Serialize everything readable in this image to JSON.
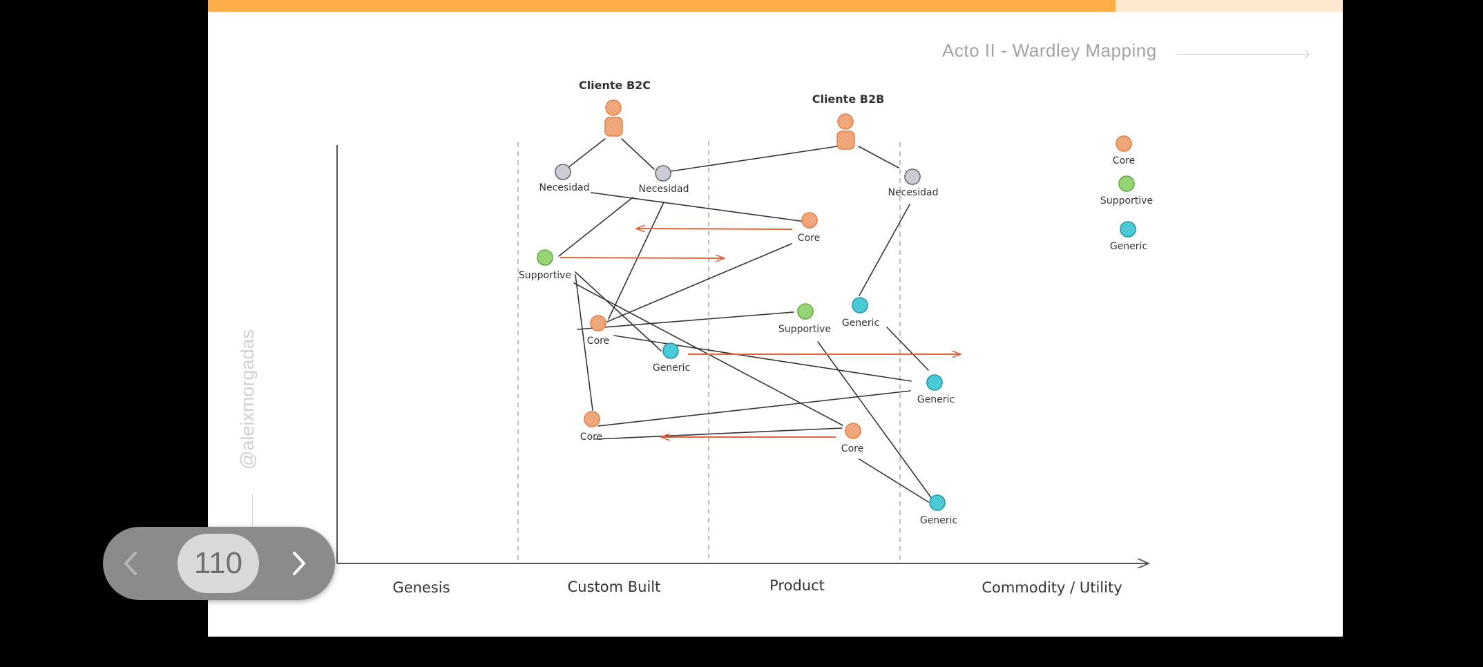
{
  "presentation": {
    "title": "Acto II - Wardley Mapping",
    "watermark": "@aleixmorgadas",
    "progress_fraction": 0.8,
    "page_number": "110"
  },
  "navigation": {
    "prev_icon": "chevron-left-icon",
    "next_icon": "chevron-right-icon"
  },
  "colors": {
    "core": "#f0a070",
    "core_stroke": "#e07a40",
    "supportive": "#8fd16a",
    "supportive_stroke": "#5da83a",
    "generic": "#3ec6d4",
    "generic_stroke": "#1a93a3",
    "need": "#c6c9cf",
    "need_stroke": "#5b6470",
    "arrow": "#e0643a",
    "progress": "#fdae4b"
  },
  "diagram": {
    "stages": [
      {
        "id": "genesis",
        "label": "Genesis"
      },
      {
        "id": "custom",
        "label": "Custom Built"
      },
      {
        "id": "product",
        "label": "Product"
      },
      {
        "id": "commodity",
        "label": "Commodity / Utility"
      }
    ],
    "users": [
      {
        "id": "b2c",
        "label": "Cliente B2C"
      },
      {
        "id": "b2b",
        "label": "Cliente B2B"
      }
    ],
    "nodes": [
      {
        "id": "n1",
        "type": "need",
        "label": "Necesidad"
      },
      {
        "id": "n2",
        "type": "need",
        "label": "Necesidad"
      },
      {
        "id": "n3",
        "type": "need",
        "label": "Necesidad"
      },
      {
        "id": "c1",
        "type": "core",
        "label": "Core"
      },
      {
        "id": "s1",
        "type": "supportive",
        "label": "Supportive"
      },
      {
        "id": "c2",
        "type": "core",
        "label": "Core"
      },
      {
        "id": "s2",
        "type": "supportive",
        "label": "Supportive"
      },
      {
        "id": "g1",
        "type": "generic",
        "label": "Generic"
      },
      {
        "id": "g2",
        "type": "generic",
        "label": "Generic"
      },
      {
        "id": "g3",
        "type": "generic",
        "label": "Generic"
      },
      {
        "id": "c3",
        "type": "core",
        "label": "Core"
      },
      {
        "id": "c4",
        "type": "core",
        "label": "Core"
      },
      {
        "id": "g4",
        "type": "generic",
        "label": "Generic"
      }
    ],
    "legend": [
      {
        "type": "core",
        "label": "Core"
      },
      {
        "type": "supportive",
        "label": "Supportive"
      },
      {
        "type": "generic",
        "label": "Generic"
      }
    ]
  }
}
